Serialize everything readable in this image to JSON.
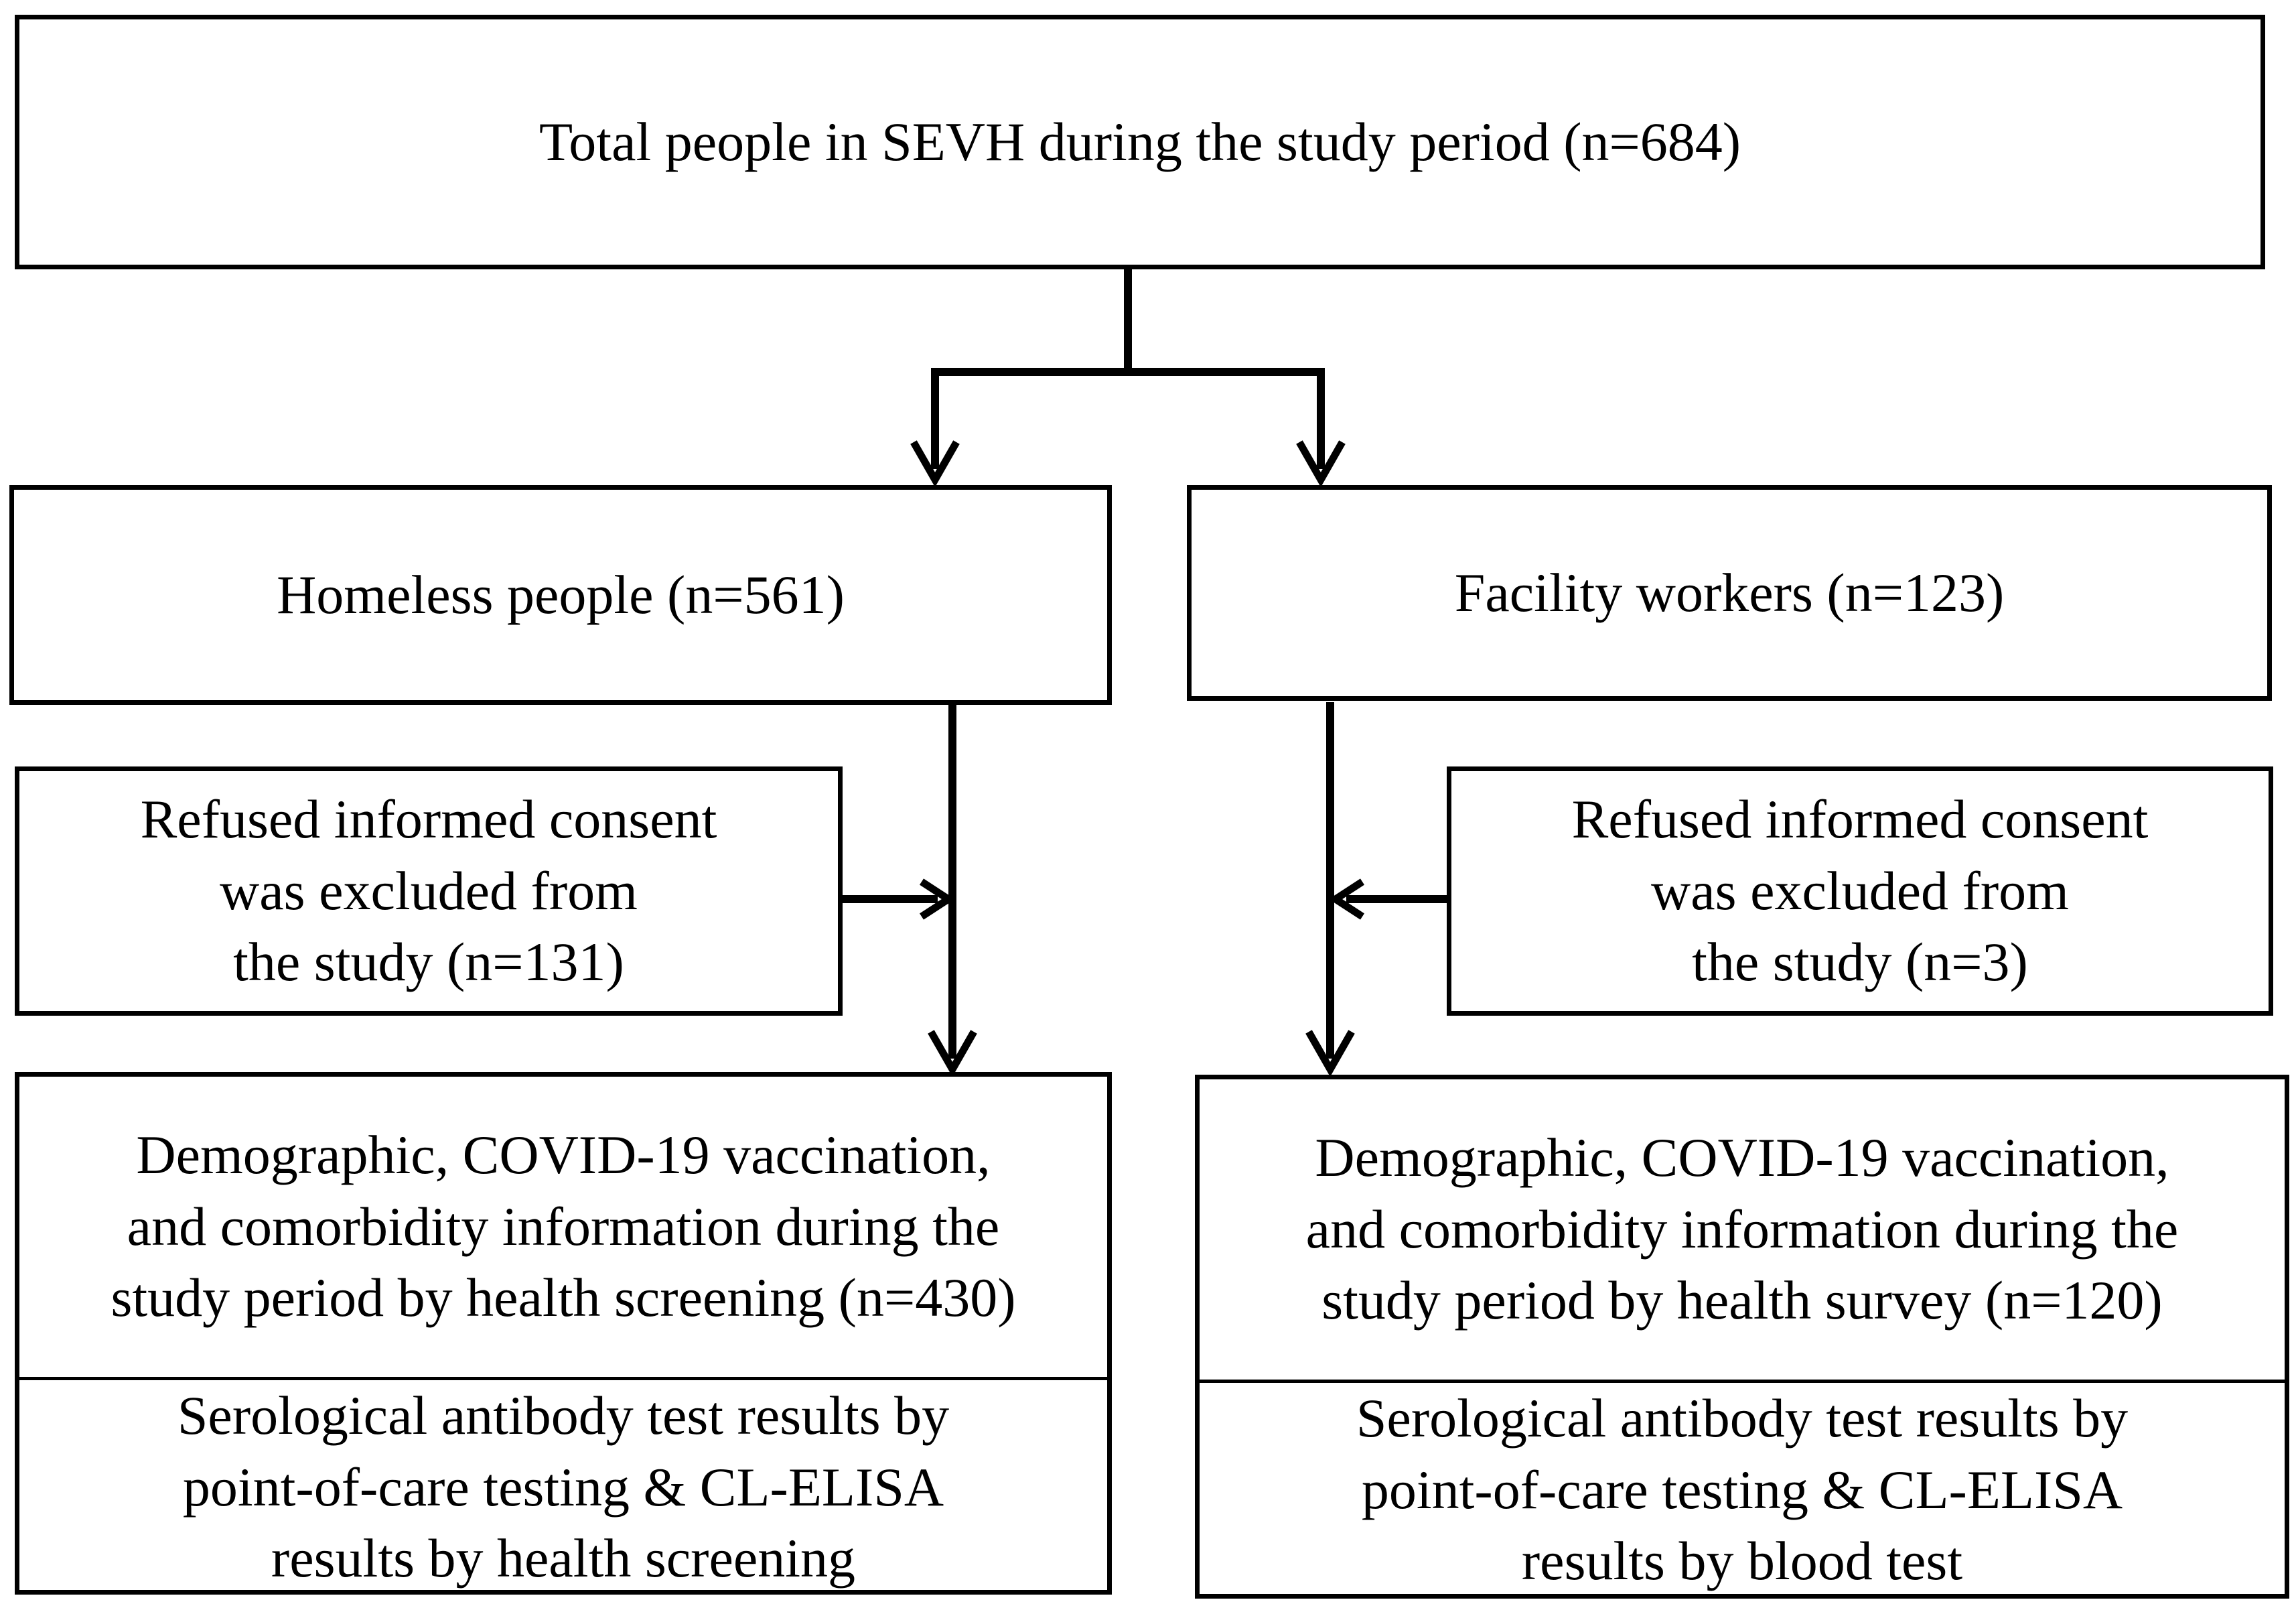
{
  "top_box": {
    "text": "Total people in SEVH during the study period (n=684)"
  },
  "left": {
    "group_box": "Homeless people (n=561)",
    "excluded_box": [
      "Refused informed consent",
      "was excluded from",
      "the study (n=131)"
    ],
    "info_box": [
      "Demographic, COVID-19 vaccination,",
      "and comorbidity information during the",
      "study period by health screening (n=430)"
    ],
    "results_box": [
      "Serological antibody test results by",
      "point-of-care testing &  CL-ELISA",
      "results by health screening"
    ]
  },
  "right": {
    "group_box": "Facility workers (n=123)",
    "excluded_box": [
      "Refused informed consent",
      "was excluded from",
      "the study (n=3)"
    ],
    "info_box": [
      "Demographic, COVID-19 vaccination,",
      "and comorbidity information during the",
      "study period by health survey (n=120)"
    ],
    "results_box": [
      "Serological antibody test results by",
      "point-of-care testing &  CL-ELISA",
      "results by blood test"
    ]
  }
}
